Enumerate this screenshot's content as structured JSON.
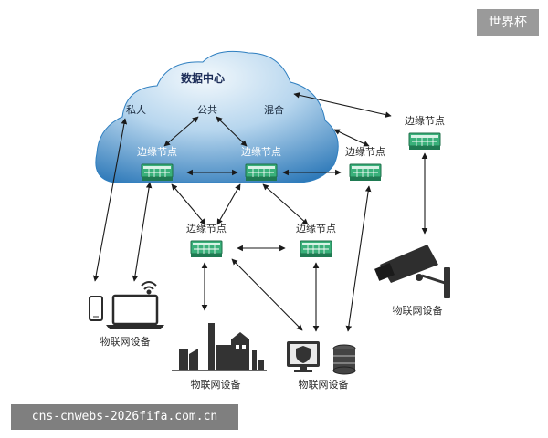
{
  "watermark": "世界杯",
  "footer_url": "cns-cnwebs-2026fifa.com.cn",
  "cloud": {
    "title": "数据中心",
    "regions": [
      "私人",
      "公共",
      "混合"
    ]
  },
  "edge_node_label": "边缘节点",
  "iot_label": "物联网设备",
  "colors": {
    "cloud_light": "#e2eff8",
    "cloud_dark": "#2f7fc0",
    "node_green": "#39b07a",
    "node_dark": "#1f7a52",
    "device_dark": "#333333"
  },
  "icons": [
    "edge-node-icon",
    "phone-icon",
    "laptop-icon",
    "wifi-icon",
    "factory-icon",
    "security-camera-icon",
    "shield-monitor-icon",
    "server-stack-icon"
  ]
}
